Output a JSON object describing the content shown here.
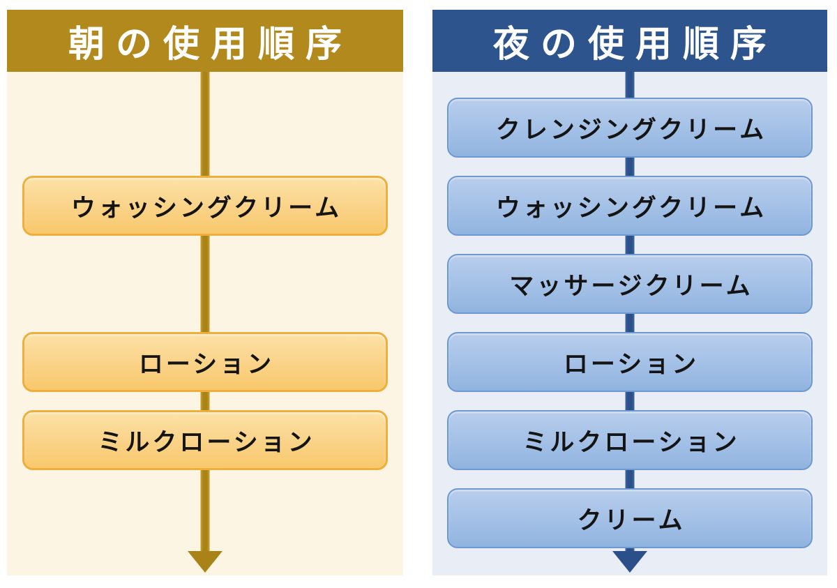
{
  "diagram": {
    "columns": [
      {
        "id": "morning",
        "title": "朝の使用順序",
        "steps": [
          {
            "label": "ウォッシングクリーム"
          },
          {
            "label": "ローション"
          },
          {
            "label": "ミルクローション"
          }
        ],
        "colors": {
          "header_bg": "#B1891C",
          "body_bg": "#FDF5E3",
          "arrow": "#A98318",
          "box_border": "#F0AE3C",
          "box_fill_top": "#FCE2A6",
          "box_fill_bottom": "#F8C96C",
          "title_text": "#FFFFFF",
          "step_text": "#141414"
        }
      },
      {
        "id": "night",
        "title": "夜の使用順序",
        "steps": [
          {
            "label": "クレンジングクリーム"
          },
          {
            "label": "ウォッシングクリーム"
          },
          {
            "label": "マッサージクリーム"
          },
          {
            "label": "ローション"
          },
          {
            "label": "ミルクローション"
          },
          {
            "label": "クリーム"
          }
        ],
        "colors": {
          "header_bg": "#2E548E",
          "body_bg": "#E9EDF6",
          "arrow": "#2B5089",
          "box_border": "#6D98CE",
          "box_fill_top": "#B7CDEC",
          "box_fill_bottom": "#90B4E0",
          "title_text": "#FFFFFF",
          "step_text": "#141414"
        }
      }
    ]
  }
}
